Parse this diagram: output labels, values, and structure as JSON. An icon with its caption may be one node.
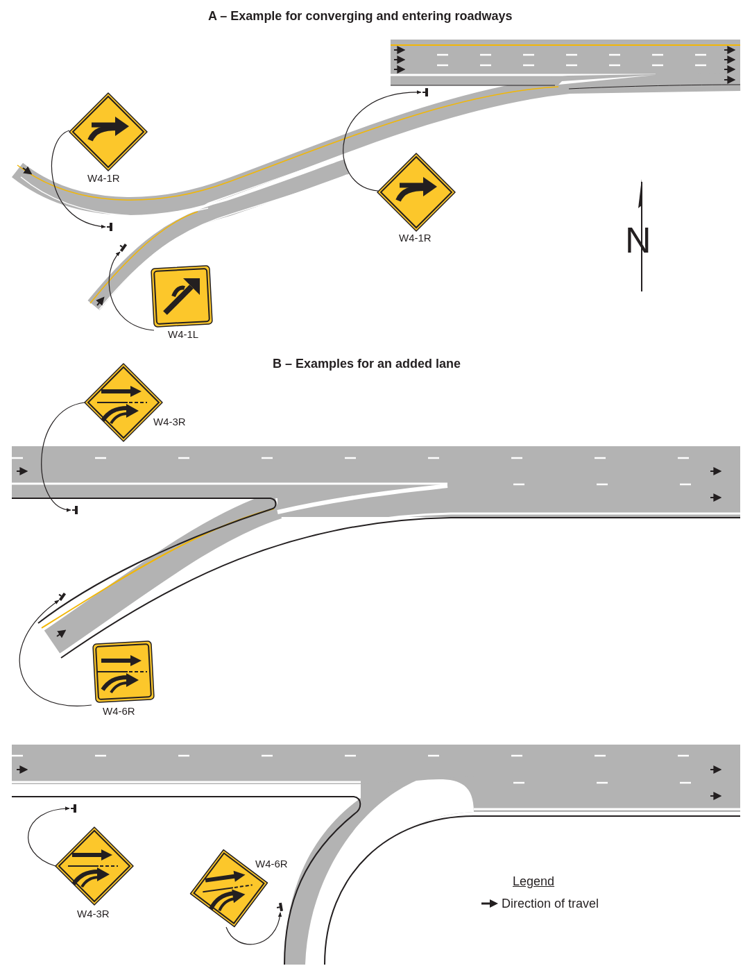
{
  "diagram": {
    "nodes": [
      {
        "text": [
          "W4-1R"
        ]
      },
      {
        "text": [],
        "shape": "bar"
      },
      {
        "text": [
          "W4-1R"
        ]
      },
      {
        "text": [],
        "shape": "bar"
      },
      {
        "text": [
          "W4-1L"
        ]
      },
      {
        "text": [],
        "shape": "bar"
      },
      {
        "text": [
          "W4-3R"
        ]
      },
      {
        "text": [],
        "shape": "bar"
      },
      {
        "text": [
          "W4-6R"
        ]
      },
      {
        "text": [],
        "shape": "bar"
      },
      {
        "text": [
          "W4-3R"
        ]
      },
      {
        "text": [],
        "shape": "bar"
      },
      {
        "text": [
          "W4-6R"
        ]
      },
      {
        "text": [],
        "shape": "bar"
      }
    ],
    "edges": [
      {
        "from": 0,
        "to": 1,
        "arrow": "to"
      },
      {
        "from": 2,
        "to": 3,
        "arrow": "to"
      },
      {
        "from": 4,
        "to": 5,
        "arrow": "to"
      },
      {
        "from": 6,
        "to": 7,
        "arrow": "to"
      },
      {
        "from": 8,
        "to": 9,
        "arrow": "to"
      },
      {
        "from": 10,
        "to": 11,
        "arrow": "to"
      },
      {
        "from": 12,
        "to": 13,
        "arrow": "to"
      }
    ],
    "labels": [
      "A – Example for converging and entering roadways",
      "N",
      "B – Examples for an added lane",
      "Legend"
    ],
    "legend": [
      {
        "text": "Direction of travel"
      }
    ]
  }
}
